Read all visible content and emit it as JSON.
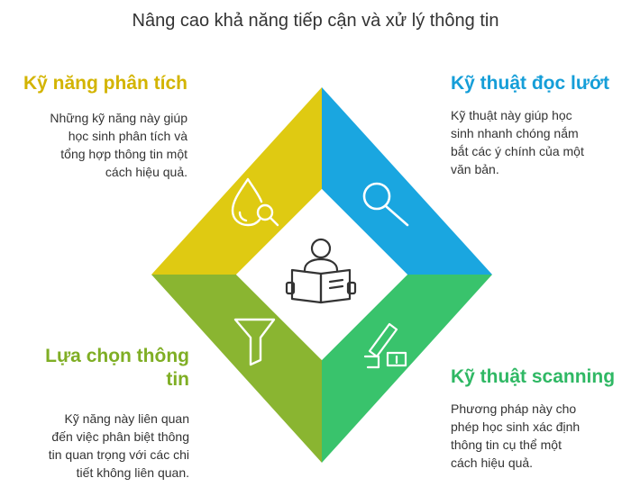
{
  "title": "Nâng cao khả năng tiếp cận và xử lý thông tin",
  "colors": {
    "yellow": "#dfca12",
    "blue": "#1aa6e0",
    "green_light": "#8ab531",
    "green_teal": "#39c36c",
    "heading_yellow": "#d3b400",
    "heading_blue": "#159ed8",
    "heading_green": "#7fae24",
    "heading_teal": "#2fb864"
  },
  "quadrants": {
    "top_left": {
      "heading": "Kỹ năng phân tích",
      "body": [
        "Những kỹ năng này giúp",
        "học sinh phân tích và",
        "tổng hợp thông tin một",
        "cách hiệu quả."
      ],
      "icon": "water-drop-magnifier-icon"
    },
    "top_right": {
      "heading": "Kỹ thuật đọc lướt",
      "body": [
        "Kỹ thuật này giúp học",
        "sinh nhanh chóng nắm",
        "bắt các ý chính của một",
        "văn bản."
      ],
      "icon": "magnifier-icon"
    },
    "bottom_left": {
      "heading": [
        "Lựa chọn thông",
        "tin"
      ],
      "body": [
        "Kỹ năng này liên quan",
        "đến việc phân biệt thông",
        "tin quan trọng với các chi",
        "tiết không liên quan."
      ],
      "icon": "funnel-icon"
    },
    "bottom_right": {
      "heading": "Kỹ thuật scanning",
      "body": [
        "Phương pháp này cho",
        "phép học sinh xác định",
        "thông tin cụ thể một",
        "cách hiệu quả."
      ],
      "icon": "scanner-icon"
    },
    "center": {
      "icon": "person-reading-icon"
    }
  }
}
